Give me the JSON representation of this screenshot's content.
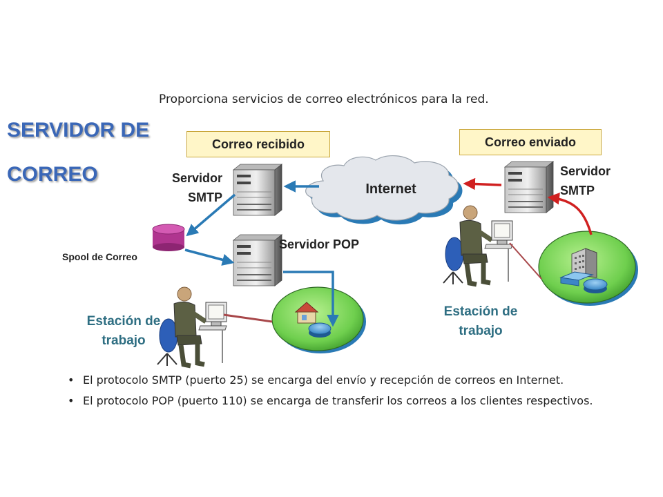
{
  "title": {
    "line1": "SERVIDOR DE",
    "line2": "CORREO"
  },
  "subtitle": "Proporciona servicios de correo electrónicos para la red.",
  "labels": {
    "received": "Correo recibido",
    "sent": "Correo enviado",
    "internet": "Internet",
    "smtp_left_l1": "Servidor",
    "smtp_left_l2": "SMTP",
    "smtp_right_l1": "Servidor",
    "smtp_right_l2": "SMTP",
    "pop": "Servidor POP",
    "spool": "Spool de Correo",
    "station_left_l1": "Estación de",
    "station_left_l2": "trabajo",
    "station_right_l1": "Estación de",
    "station_right_l2": "trabajo"
  },
  "bullets": [
    "El protocolo SMTP (puerto 25) se encarga del envío y recepción de correos en Internet.",
    "El protocolo POP (puerto 110) se encarga de transferir los correos a los clientes respectivos."
  ],
  "colors": {
    "title": "#3a67b7",
    "station_text": "#2e6e82",
    "label_box_fill": "#fff6c8",
    "arrow_blue": "#2a7ab5",
    "arrow_red": "#d02020",
    "cloud": "#dfe3e8",
    "network_disc": "#7bd35a",
    "spool_db": "#b0358f"
  }
}
